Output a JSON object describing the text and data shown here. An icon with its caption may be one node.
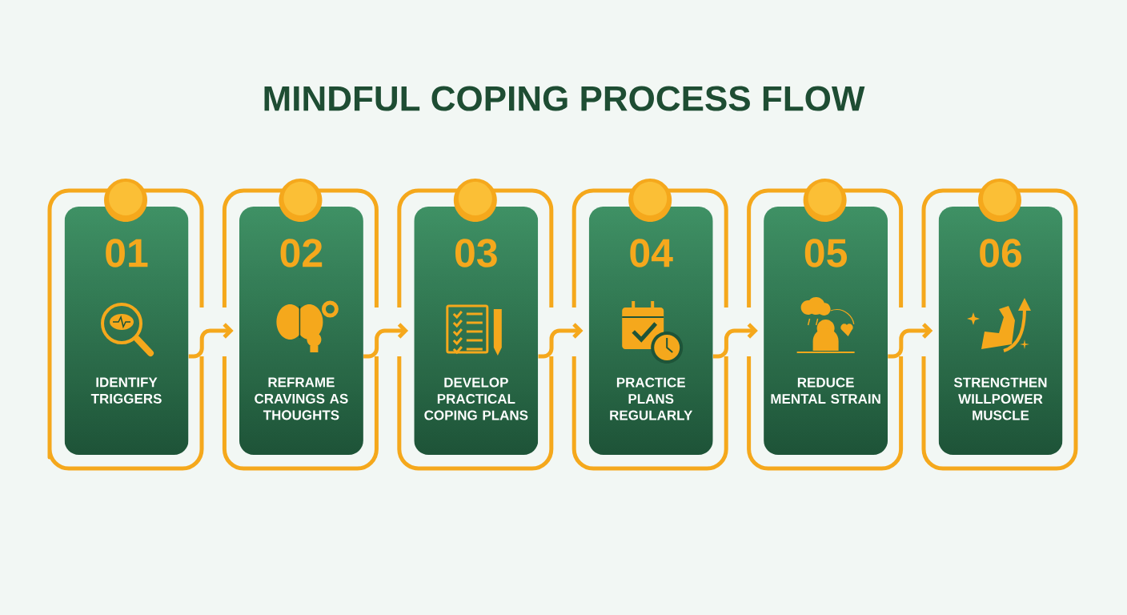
{
  "diagram": {
    "title": "MINDFUL COPING PROCESS FLOW",
    "nodes": [
      {
        "text": [
          "01",
          "IDENTIFY TRIGGERS"
        ]
      },
      {
        "text": [
          "02",
          "REFRAME CRAVINGS AS THOUGHTS"
        ]
      },
      {
        "text": [
          "03",
          "DEVELOP PRACTICAL COPING PLANS"
        ]
      },
      {
        "text": [
          "04",
          "PRACTICE PLANS REGULARLY"
        ]
      },
      {
        "text": [
          "05",
          "REDUCE MENTAL STRAIN"
        ]
      },
      {
        "text": [
          "06",
          "STRENGTHEN WILLPOWER MUSCLE"
        ]
      }
    ],
    "edges": [
      {
        "from": 0,
        "to": 1,
        "arrow": "to"
      },
      {
        "from": 1,
        "to": 2,
        "arrow": "to"
      },
      {
        "from": 2,
        "to": 3,
        "arrow": "to"
      },
      {
        "from": 3,
        "to": 4,
        "arrow": "to"
      },
      {
        "from": 4,
        "to": 5,
        "arrow": "to"
      }
    ]
  }
}
